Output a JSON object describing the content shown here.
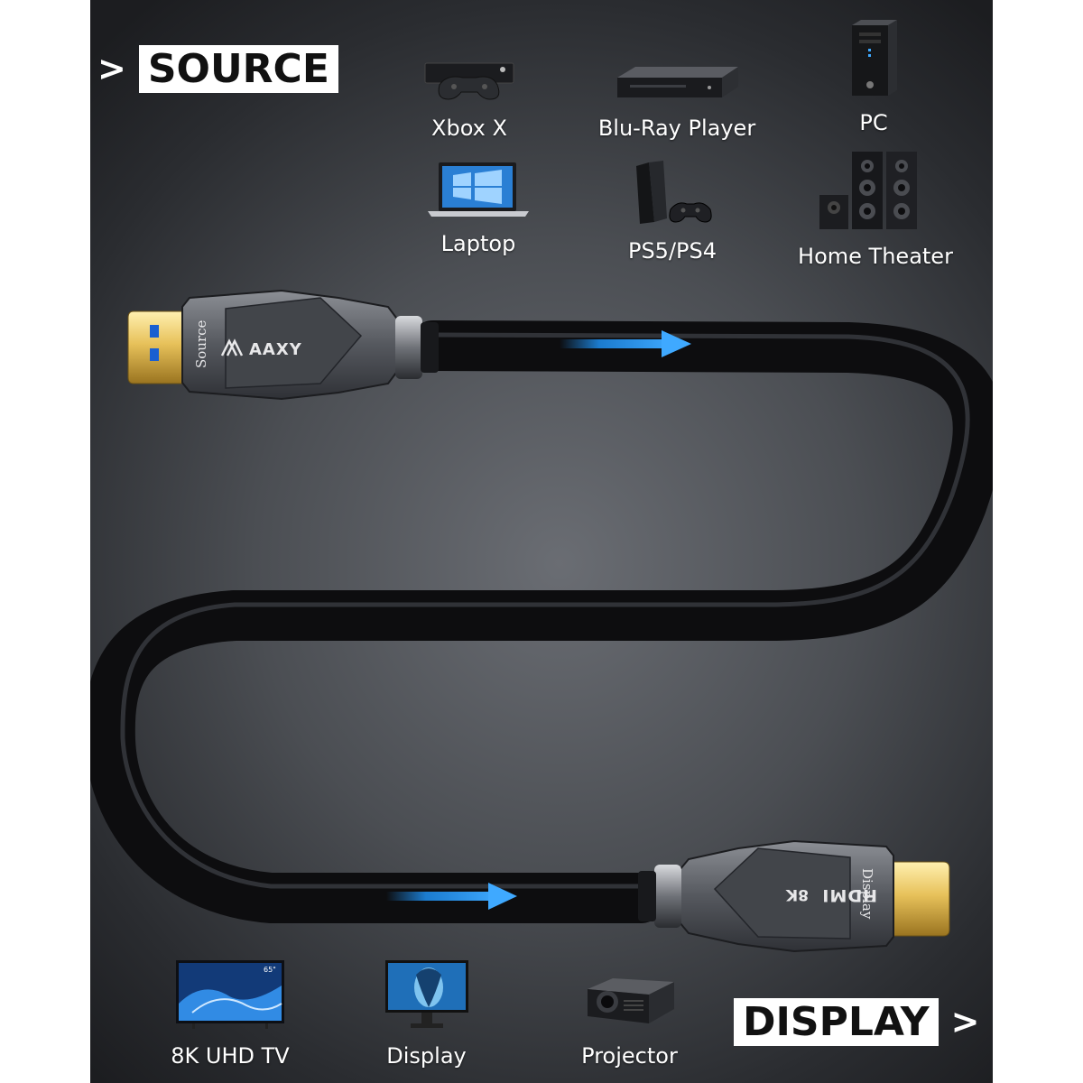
{
  "source_tag": {
    "chevron": ">",
    "label": "SOURCE"
  },
  "display_tag": {
    "label": "DISPLAY",
    "chevron": ">"
  },
  "source_devices": [
    {
      "label": "Xbox X",
      "icon": "game-console-icon"
    },
    {
      "label": "Blu-Ray Player",
      "icon": "bluray-player-icon"
    },
    {
      "label": "PC",
      "icon": "pc-tower-icon"
    },
    {
      "label": "Laptop",
      "icon": "laptop-icon"
    },
    {
      "label": "PS5/PS4",
      "icon": "playstation-icon"
    },
    {
      "label": "Home Theater",
      "icon": "speakers-icon"
    }
  ],
  "display_devices": [
    {
      "label": "8K UHD TV",
      "icon": "tv-icon",
      "badge": "65\""
    },
    {
      "label": "Display",
      "icon": "monitor-icon"
    },
    {
      "label": "Projector",
      "icon": "projector-icon"
    }
  ],
  "source_connector": {
    "side_label": "Source",
    "brand": "AAXY"
  },
  "display_connector": {
    "side_label": "Display",
    "logo": "HDMI",
    "spec": "8K"
  },
  "colors": {
    "arrow": "#1e8ff0",
    "cable": "#0d0d0f",
    "housing": "#5b5d62",
    "gold": "#e7c15a"
  }
}
